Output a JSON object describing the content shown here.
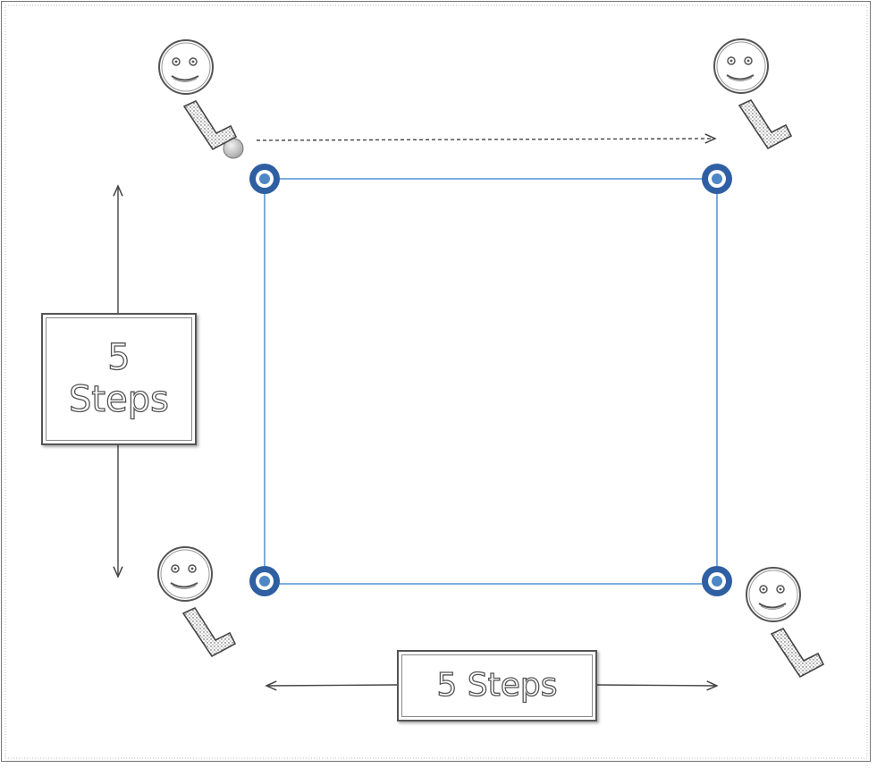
{
  "diagram": {
    "side_label": {
      "number": "5",
      "word": "Steps"
    },
    "bottom_label": "5 Steps",
    "colors": {
      "square": "#5b9bd5",
      "corner_ring_outer": "#2e5fa3",
      "corner_ring_inner": "#4f86c6",
      "arrow": "#444444",
      "figure": "#555555",
      "start_dot": "#cfcfcf"
    },
    "figures": [
      "smiley-figure",
      "smiley-figure",
      "smiley-figure",
      "smiley-figure"
    ],
    "start_marker": "grey-dot",
    "direction": "clockwise"
  }
}
